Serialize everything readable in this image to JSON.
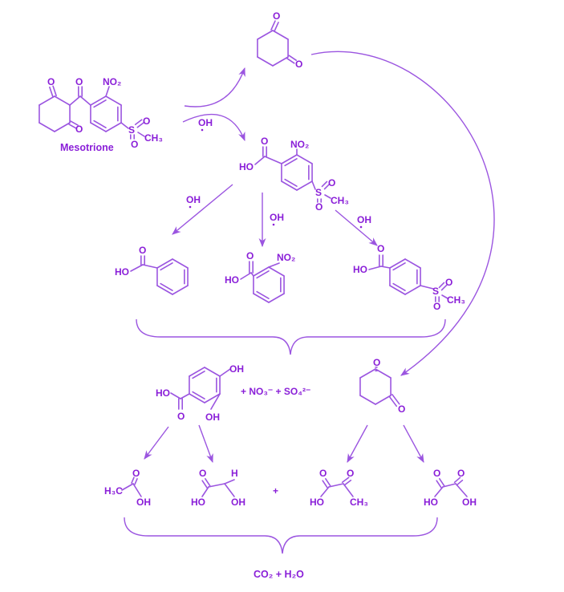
{
  "title": "Mesotrione degradation pathway",
  "colors": {
    "text": "#8a1fd8",
    "lines": "#9b55e0"
  },
  "mesotrione": {
    "name": "Mesotrione",
    "o1": "O",
    "o2": "O",
    "o3": "O",
    "no2": "NO₂",
    "s": "S",
    "so1": "O",
    "so2": "O",
    "ch3": "CH₃"
  },
  "reagent": "OH",
  "dione_top": {
    "o1": "O",
    "o2": "O"
  },
  "intermediate": {
    "o": "O",
    "ho": "HO",
    "no2": "NO₂",
    "s": "S",
    "so1": "O",
    "so2": "O",
    "ch3": "CH₃"
  },
  "benzoic": {
    "o": "O",
    "ho": "HO"
  },
  "nitrobenzoic": {
    "o": "O",
    "ho": "HO",
    "no2": "NO₂"
  },
  "sulfonylbenzoic": {
    "o": "O",
    "ho": "HO",
    "s": "S",
    "so1": "O",
    "so2": "O",
    "ch3": "CH₃"
  },
  "dihydroxybenzoic": {
    "oh1": "OH",
    "oh2": "OH",
    "ho": "HO",
    "o": "O"
  },
  "ions": "+  NO₃⁻ + SO₄²⁻",
  "dione_bottom": {
    "o1": "O",
    "o2": "O"
  },
  "acetic": {
    "h3c": "H₃C",
    "o": "O",
    "oh": "OH"
  },
  "glyoxylic": {
    "o": "O",
    "h": "H",
    "ho": "HO",
    "oh": "OH"
  },
  "plus": "+",
  "pyruvic": {
    "o1": "O",
    "o2": "O",
    "ho": "HO",
    "ch3": "CH₃"
  },
  "oxalic": {
    "o1": "O",
    "o2": "O",
    "ho": "HO",
    "oh": "OH"
  },
  "final": "CO₂ + H₂O"
}
